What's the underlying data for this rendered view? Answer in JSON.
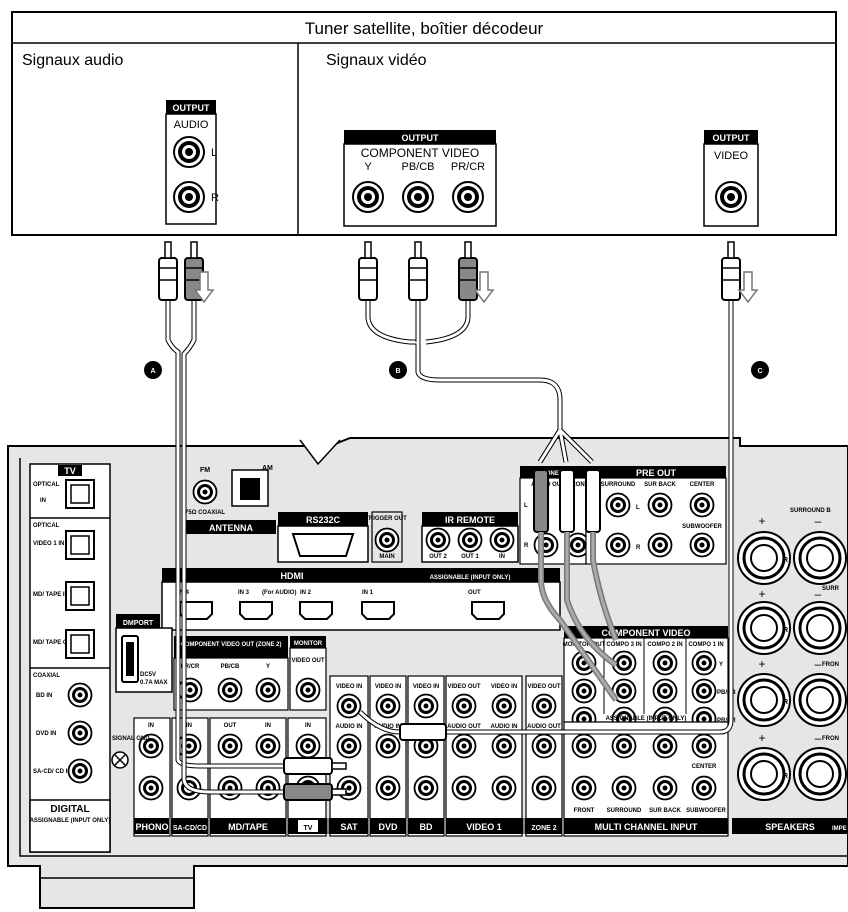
{
  "source": {
    "title": "Tuner satellite, boîtier décodeur",
    "audio_section": "Signaux audio",
    "video_section": "Signaux vidéo",
    "audio_output": {
      "badge": "OUTPUT",
      "label": "AUDIO",
      "left": "L",
      "right": "R"
    },
    "component_output": {
      "badge": "OUTPUT",
      "label": "COMPONENT VIDEO",
      "y": "Y",
      "pb": "PB/CB",
      "pr": "PR/CR"
    },
    "video_output": {
      "badge": "OUTPUT",
      "label": "VIDEO"
    }
  },
  "cables": {
    "a": "A",
    "b": "B",
    "c": "C"
  },
  "receiver": {
    "tv": "TV",
    "optical": "OPTICAL",
    "in": "IN",
    "video1_in": "VIDEO 1 IN",
    "md_tape_in": "MD/ TAPE IN",
    "md_tape_out": "MD/ TAPE OUT",
    "coaxial": "COAXIAL",
    "bd_in": "BD IN",
    "dvd_in": "DVD IN",
    "sacd_in": "SA-CD/ CD IN",
    "digital": "DIGITAL",
    "assignable_input_only": "ASSIGNABLE (INPUT ONLY)",
    "fm": "FM",
    "am": "AM",
    "coax_75": "75Ω COAXIAL",
    "antenna": "ANTENNA",
    "rs232c": "RS232C",
    "trigger_out": "TRIGGER OUT",
    "main": "MAIN",
    "ir_remote": "IR REMOTE",
    "out2": "OUT 2",
    "out1": "OUT 1",
    "ir_in": "IN",
    "zone3": "ZONE 3",
    "audio_out": "AUDIO OUT",
    "front": "FRONT",
    "pre_out": "PRE OUT",
    "surround": "SURROUND",
    "sur_back": "SUR BACK",
    "center": "CENTER",
    "subwoofer": "SUBWOOFER",
    "surround_b": "SURROUND B",
    "hdmi": "HDMI",
    "hdmi_assignable": "ASSIGNABLE (INPUT ONLY)",
    "hdmi_in4": "IN 4",
    "hdmi_in3": "IN 3",
    "hdmi_for_audio": "(For AUDIO)",
    "hdmi_in2": "IN 2",
    "hdmi_in1": "IN 1",
    "hdmi_out": "OUT",
    "dmport": "DMPORT",
    "dc5v": "DC5V",
    "dc_max": "0.7A MAX",
    "comp_video_out_zone2": "COMPONENT VIDEO OUT (ZONE 2)",
    "pr_cr": "PR/CR",
    "pb_cb": "PB/CB",
    "y": "Y",
    "monitor": "MONITOR",
    "video_out": "VIDEO OUT",
    "component_video": "COMPONENT VIDEO",
    "monitor_out": "MONITOR OUT",
    "compo3_in": "COMPO 3 IN",
    "compo2_in": "COMPO 2 IN",
    "compo1_in": "COMPO 1 IN",
    "assignable_input_only_2": "ASSIGNABLE (INPUT ONLY)",
    "video_in": "VIDEO IN",
    "audio_in": "AUDIO IN",
    "signal_gnd": "SIGNAL GND",
    "col_phono": "PHONO",
    "col_sacd": "SA-CD/CD",
    "col_md_tape": "MD/TAPE",
    "col_tv": "TV",
    "col_sat": "SAT",
    "col_dvd": "DVD",
    "col_bd": "BD",
    "col_video1": "VIDEO 1",
    "col_zone2": "ZONE 2",
    "multi_channel_input": "MULTI CHANNEL INPUT",
    "speakers": "SPEAKERS",
    "impedance": "IMPE",
    "surround_short": "SURR",
    "front_short": "FRON",
    "l": "L",
    "r": "R",
    "plus": "+",
    "minus": "–"
  }
}
